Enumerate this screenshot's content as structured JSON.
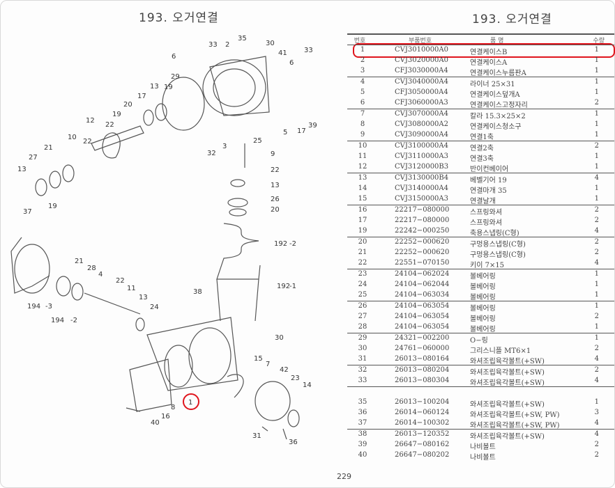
{
  "title_left": "193. 오거연결",
  "title_right": "193. 오거연결",
  "page_number": "229",
  "highlight_color": "#e0141c",
  "table": {
    "headers": [
      "번호",
      "부품번호",
      "품  명",
      "수량"
    ],
    "rows": [
      [
        "1",
        "CVJ3010000A0",
        "연결케이스B",
        "1"
      ],
      [
        "2",
        "CVJ3020000A0",
        "연결케이스A",
        "1"
      ],
      [
        "3",
        "CFJ3030000A4",
        "연결케이스누름판A",
        "1"
      ],
      [
        "4",
        "CVJ3040000A4",
        "라이너 25×31",
        "1"
      ],
      [
        "5",
        "CFJ3050000A4",
        "연결케이스덮개A",
        "1"
      ],
      [
        "6",
        "CFJ3060000A3",
        "연결케이스고정자리",
        "2"
      ],
      [
        "7",
        "CVJ3070000A4",
        "칼라 15.3×25×2",
        "1"
      ],
      [
        "8",
        "CVJ3080000A2",
        "연결케이스청소구",
        "1"
      ],
      [
        "9",
        "CVJ3090000A4",
        "연결1축",
        "1"
      ],
      [
        "10",
        "CVJ3100000A4",
        "연결2축",
        "2"
      ],
      [
        "11",
        "CVJ3110000A3",
        "연결3축",
        "1"
      ],
      [
        "12",
        "CVJ3120000B3",
        "반이컨베이어",
        "1"
      ],
      [
        "13",
        "CVJ3130000B4",
        "베벨기어 19",
        "4"
      ],
      [
        "14",
        "CVJ3140000A4",
        "연결마개 35",
        "1"
      ],
      [
        "15",
        "CVJ3150000A3",
        "연결날개",
        "1"
      ],
      [
        "16",
        "22217−080000",
        "스프링와셔",
        "2"
      ],
      [
        "17",
        "22217−080000",
        "스프링와셔",
        "2"
      ],
      [
        "19",
        "22242−000250",
        "축용스냅링(C형)",
        "4"
      ],
      [
        "20",
        "22252−000620",
        "구멍용스냅링(C형)",
        "2"
      ],
      [
        "21",
        "22252−000620",
        "구멍용스냅링(C형)",
        "2"
      ],
      [
        "22",
        "22551−070150",
        "키이 7×15",
        "4"
      ],
      [
        "23",
        "24104−062024",
        "볼베어링",
        "1"
      ],
      [
        "24",
        "24104−062044",
        "볼베어링",
        "1"
      ],
      [
        "25",
        "24104−063034",
        "볼베어링",
        "1"
      ],
      [
        "26",
        "24104−063054",
        "볼베어링",
        "1"
      ],
      [
        "27",
        "24104−063054",
        "볼베어링",
        "2"
      ],
      [
        "28",
        "24104−063054",
        "볼베어링",
        "1"
      ],
      [
        "29",
        "24321−002200",
        "O−링",
        "1"
      ],
      [
        "30",
        "24761−060000",
        "그리스니플 MT6×1",
        "2"
      ],
      [
        "31",
        "26013−080164",
        "와셔조립육각볼트(+SW)",
        "4"
      ],
      [
        "32",
        "26013−080204",
        "와셔조립육각볼트(+SW)",
        "2"
      ],
      [
        "33",
        "26013−080304",
        "와셔조립육각볼트(+SW)",
        "4"
      ],
      [
        "35",
        "26013−100204",
        "와셔조립육각볼트(+SW)",
        "1"
      ],
      [
        "36",
        "26014−060124",
        "와셔조립육각볼트(+SW, PW)",
        "3"
      ],
      [
        "37",
        "26014−100302",
        "와셔조립육각볼트(+SW, PW)",
        "4"
      ],
      [
        "38",
        "26013−120352",
        "와셔조립육각볼트(+SW)",
        "4"
      ],
      [
        "39",
        "26647−080162",
        "나비볼트",
        "2"
      ],
      [
        "40",
        "26647−080202",
        "나비볼트",
        "2"
      ]
    ]
  },
  "diagram": {
    "callouts": [
      "35",
      "2",
      "30",
      "33",
      "41",
      "6",
      "33",
      "6",
      "29",
      "13",
      "19",
      "17",
      "20",
      "19",
      "22",
      "12",
      "10",
      "22",
      "21",
      "27",
      "13",
      "19",
      "5",
      "17",
      "39",
      "25",
      "3",
      "32",
      "9",
      "22",
      "13",
      "26",
      "20",
      "192",
      "-2",
      "37",
      "21",
      "28",
      "4",
      "22",
      "11",
      "13",
      "24",
      "194",
      "-3",
      "194",
      "-2",
      "38",
      "192",
      "-1",
      "30",
      "15",
      "7",
      "42",
      "23",
      "14",
      "1",
      "8",
      "16",
      "40",
      "31",
      "36"
    ]
  }
}
